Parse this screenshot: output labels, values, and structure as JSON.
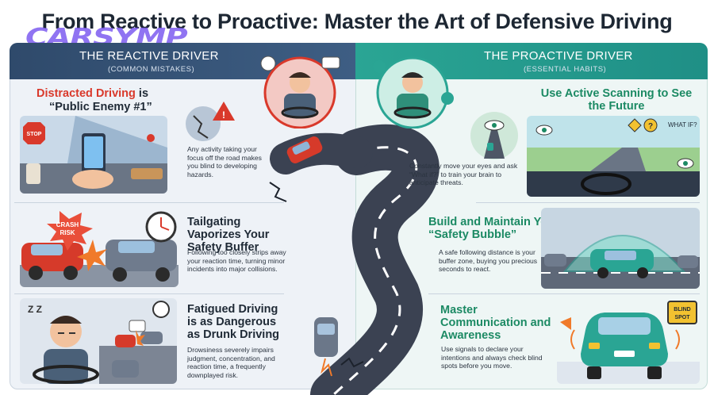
{
  "title": "From Reactive to Proactive: Master the Art of Defensive Driving",
  "watermark": "CARSYMP",
  "left": {
    "header": "THE REACTIVE DRIVER",
    "subheader": "(COMMON MISTAKES)",
    "sections": [
      {
        "title_red": "Distracted Driving",
        "title_rest": " is",
        "title_line2": "“Public Enemy #1”",
        "body": "Any activity taking your focus off the road makes you blind to developing hazards."
      },
      {
        "title": "Tailgating Vaporizes Your Safety Buffer",
        "body": "Following too closely strips away your reaction time, turning minor incidents into major collisions.",
        "badge": "CRASH RISK"
      },
      {
        "title": "Fatigued Driving is as Dangerous as Drunk Driving",
        "body": "Drowsiness severely impairs judgment, concentration, and reaction time, a frequently downplayed risk.",
        "zz": "Z Z"
      }
    ],
    "stop_sign": "STOP"
  },
  "right": {
    "header": "THE PROACTIVE DRIVER",
    "subheader": "(ESSENTIAL HABITS)",
    "sections": [
      {
        "title": "Use Active Scanning to See the Future",
        "body": "Constantly move your eyes and ask “What if?” to train your brain to anticipate threats.",
        "bubble": "WHAT IF?"
      },
      {
        "title": "Build and Maintain Your “Safety Bubble”",
        "body": "A safe following distance is your buffer zone, buying you precious seconds to react."
      },
      {
        "title": "Master Communication and Awareness",
        "body": "Use signals to declare your intentions and always check blind spots before you move.",
        "sign": "BLIND SPOT"
      }
    ]
  },
  "colors": {
    "reactive_header": "#2f4a6b",
    "proactive_header": "#2aa594",
    "danger": "#d9392b",
    "safe": "#1c8a64"
  }
}
